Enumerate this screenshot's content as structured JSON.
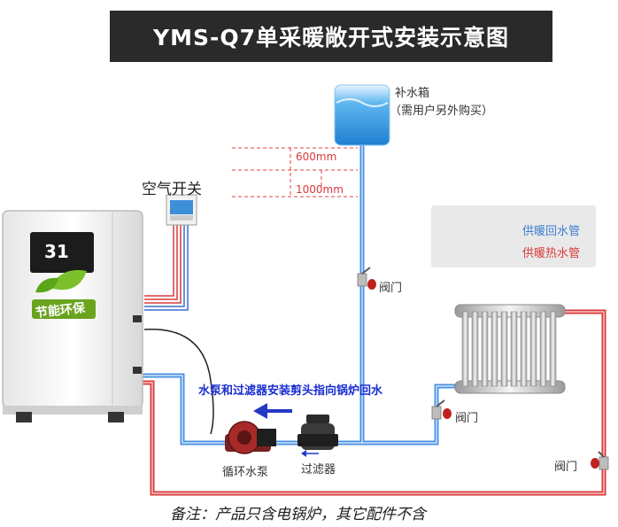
{
  "title": "YMS-Q7单采暖敞开式安装示意图",
  "labels": {
    "water_tank": "补水箱",
    "water_tank_note": "（需用户另外购买）",
    "height_min": "600mm",
    "height_max": "1000mm",
    "air_switch": "空气开关",
    "valve": "阀门",
    "pump": "循环水泵",
    "filter": "过滤器",
    "boiler_badge": "节能环保",
    "boiler_display": "31"
  },
  "instruction": "水泵和过滤器安装剪头指向锅炉回水",
  "legend": {
    "return_pipe": "供暖回水管",
    "supply_pipe": "供暖热水管"
  },
  "footer": "备注：产品只含电锅炉，其它配件不含",
  "colors": {
    "return_pipe": "#4a90e2",
    "supply_pipe": "#d9393b",
    "instruction_text": "#1a2fd0",
    "title_bg": "#2a2a2a"
  }
}
